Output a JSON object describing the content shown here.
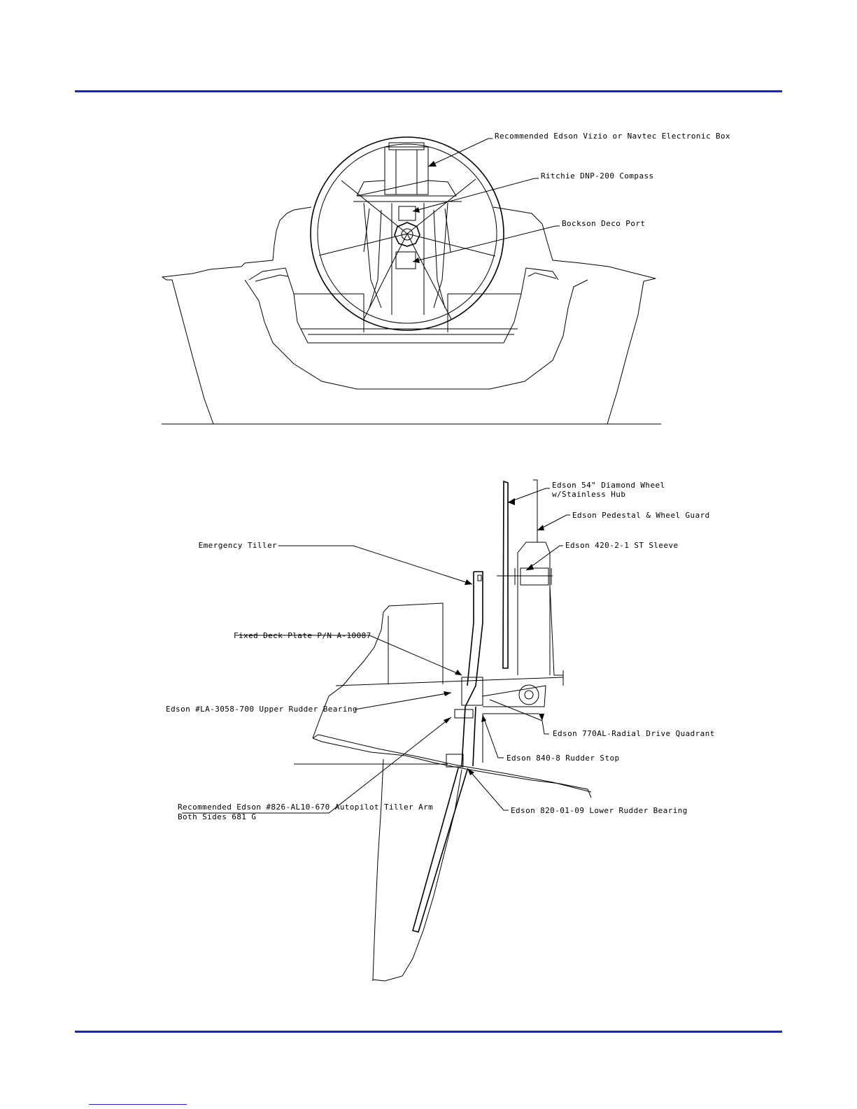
{
  "colors": {
    "rule": "#1f1fd6",
    "ink": "#000000",
    "paper": "#ffffff"
  },
  "top_view": {
    "callouts": [
      "Recommended Edson Vizio or Navtec Electronic Box",
      "Ritchie DNP-200 Compass",
      "Bockson Deco Port"
    ]
  },
  "side_view": {
    "callouts": {
      "wheel": "Edson 54\" Diamond Wheel",
      "wheel_line2": "w/Stainless Hub",
      "steerer": "Edson Pedestal & Wheel Guard",
      "sleeve": "Edson 420-2-1 ST Sleeve",
      "tiller": "Emergency Tiller",
      "deck_plate": "Fixed Deck Plate P/N A-10087",
      "upper_bearing": "Edson #LA-3058-700 Upper Rudder Bearing",
      "radial": "Edson 770AL-Radial Drive Quadrant",
      "stuffing": "Edson 840-8 Rudder Stop",
      "lower_bearing": "Edson 820-01-09 Lower Rudder Bearing",
      "autopilot": "Recommended Edson #826-AL10-670 Autopilot Tiller Arm",
      "autopilot_line2": "Both Sides 681 G"
    }
  }
}
